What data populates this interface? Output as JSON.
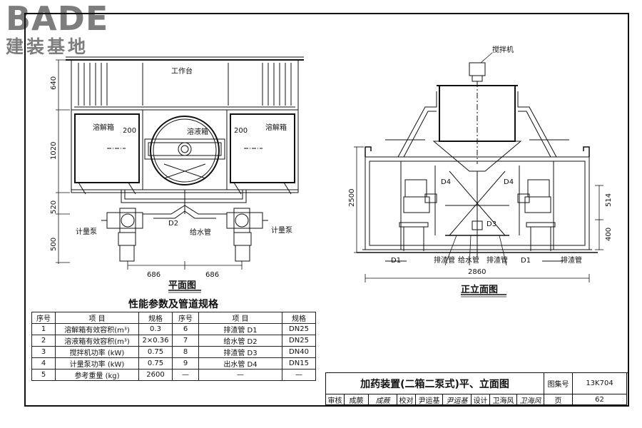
{
  "logo": {
    "main": "BADE",
    "sub": "建装基地"
  },
  "plan": {
    "title": "平面图",
    "labels": {
      "workbench": "工作台",
      "dissolve_tank_left": "溶解箱",
      "dissolve_tank_right": "溶解箱",
      "solution_tank": "溶液箱",
      "pump_left": "计量泵",
      "pump_right": "计量泵",
      "supply_pipe": "给水管",
      "d2": "D2"
    },
    "dims": {
      "left_640": "640",
      "left_1020": "1020",
      "left_520": "520",
      "left_500": "500",
      "w200_left": "200",
      "w200_right": "200",
      "b686_left": "686",
      "b686_right": "686"
    }
  },
  "elevation": {
    "title": "正立面图",
    "labels": {
      "mixer": "搅拌机",
      "d4_left": "D4",
      "d4_right": "D4",
      "d3": "D3",
      "d1_left": "D1",
      "d1_right": "D1",
      "drain_left": "排渣管",
      "supply": "给水管",
      "drain_mid": "排渣管",
      "drain_right": "排渣管"
    },
    "dims": {
      "h2500": "2500",
      "r514": "514",
      "r400": "400",
      "w2860": "2860"
    }
  },
  "spec_table": {
    "title": "性能参数及管道规格",
    "headers": [
      "序号",
      "项    目",
      "规格",
      "序号",
      "项    目",
      "规格"
    ],
    "rows": [
      [
        "1",
        "溶解箱有效容积(m³)",
        "0.3",
        "6",
        "排渣管 D1",
        "DN25"
      ],
      [
        "2",
        "溶液箱有效容积(m³)",
        "2×0.36",
        "7",
        "给水管 D2",
        "DN25"
      ],
      [
        "3",
        "搅拌机功率    (kW)",
        "0.75",
        "8",
        "排渣管 D3",
        "DN40"
      ],
      [
        "4",
        "计量泵功率    (kW)",
        "0.75",
        "9",
        "出水管 D4",
        "DN15"
      ],
      [
        "5",
        "参考重量      (kg)",
        "2600",
        "—",
        "—",
        "—"
      ]
    ]
  },
  "title_block": {
    "title": "加药装置(二箱二泵式)平、立面图",
    "atlas_label": "图集号",
    "atlas_no": "13K704",
    "review_label": "审核",
    "reviewer": "成蕨",
    "review_sign": "成蕨",
    "check_label": "校对",
    "checker": "尹运基",
    "check_sign": "尹运基",
    "design_label": "设计",
    "designer": "卫海风",
    "design_sign": "卫海风",
    "page_label": "页",
    "page_no": "62"
  }
}
